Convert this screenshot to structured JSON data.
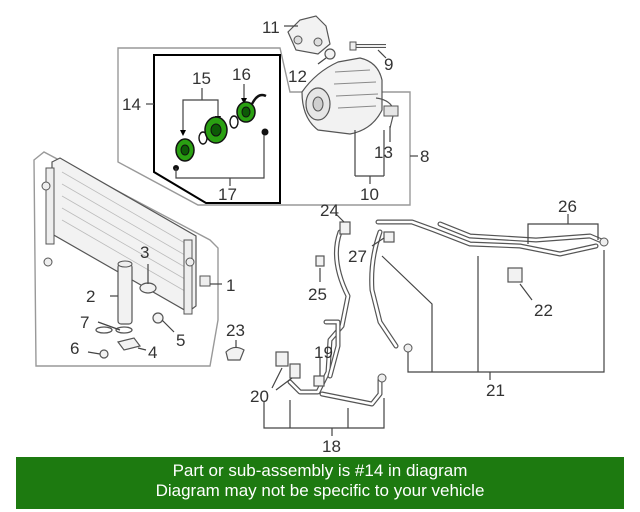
{
  "callouts": {
    "c1": "1",
    "c2": "2",
    "c3": "3",
    "c4": "4",
    "c5": "5",
    "c6": "6",
    "c7": "7",
    "c8": "8",
    "c9": "9",
    "c10": "10",
    "c11": "11",
    "c12": "12",
    "c13": "13",
    "c14": "14",
    "c15": "15",
    "c16": "16",
    "c17": "17",
    "c18": "18",
    "c19": "19",
    "c20": "20",
    "c21": "21",
    "c22": "22",
    "c23": "23",
    "c24": "24",
    "c25": "25",
    "c26": "26",
    "c27": "27"
  },
  "banner": {
    "line1": "Part or sub-assembly is #14 in diagram",
    "line2": "Diagram may not be specific to your vehicle"
  },
  "colors": {
    "banner_bg": "#1d7a10",
    "highlight_green": "#2aa012",
    "line": "#555555"
  }
}
